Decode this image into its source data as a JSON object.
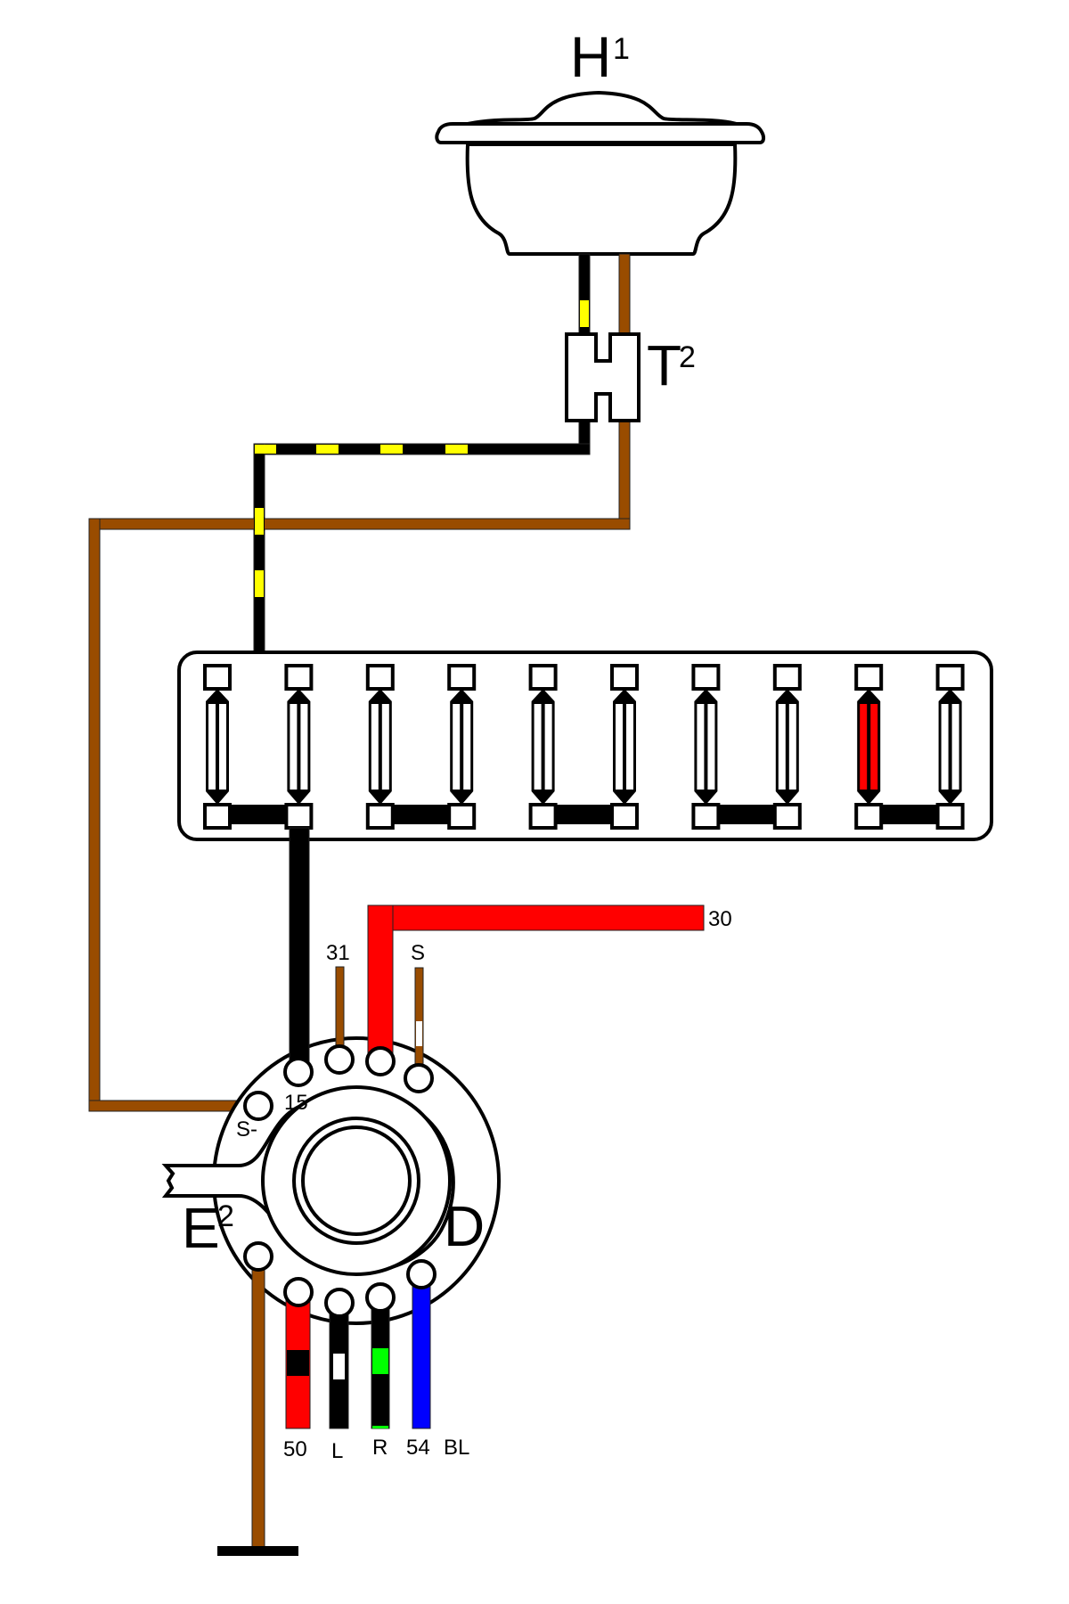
{
  "title": "Horn circuit wiring diagram",
  "colors": {
    "black": "#000000",
    "yellow": "#ffff00",
    "brown": "#994c00",
    "red": "#ff0000",
    "blue": "#0000ff",
    "green": "#00ff00",
    "white": "#ffffff"
  },
  "components": {
    "horn": {
      "letter": "H",
      "index": "1",
      "name": "Horn"
    },
    "connector": {
      "letter": "T",
      "index": "2",
      "name": "Connector"
    },
    "fuse_box": {
      "name": "Fuse box",
      "fuse_count": 10,
      "highlighted_fuse": 9
    },
    "ignition_switch": {
      "letter": "D",
      "name": "Ignition/starter switch"
    },
    "horn_button": {
      "letter": "E",
      "index": "2",
      "name": "Horn ring"
    }
  },
  "terminals": {
    "t15": "15",
    "t31": "31",
    "t30": "30",
    "tS": "S",
    "tSminus": "S-",
    "t50": "50",
    "tL": "L",
    "tR": "R",
    "t54": "54",
    "tBL": "BL"
  },
  "wires": [
    {
      "id": "horn-feed",
      "colors": [
        "black",
        "yellow"
      ],
      "from": "fuse 2",
      "to": "horn"
    },
    {
      "id": "horn-ground",
      "colors": [
        "brown"
      ],
      "from": "horn",
      "to": "S-"
    },
    {
      "id": "fuse-15",
      "colors": [
        "black"
      ],
      "from": "fuse 2",
      "to": "15"
    },
    {
      "id": "battery-30",
      "colors": [
        "red"
      ],
      "from": "30",
      "to": "switch"
    },
    {
      "id": "ground-31",
      "colors": [
        "brown"
      ],
      "from": "31",
      "to": "switch"
    },
    {
      "id": "s-wire",
      "colors": [
        "brown",
        "white"
      ],
      "from": "S",
      "to": "switch"
    },
    {
      "id": "starter-50",
      "colors": [
        "red",
        "black"
      ],
      "from": "switch",
      "to": "50"
    },
    {
      "id": "left-L",
      "colors": [
        "black",
        "white"
      ],
      "from": "switch",
      "to": "L"
    },
    {
      "id": "right-R",
      "colors": [
        "black",
        "green"
      ],
      "from": "switch",
      "to": "R"
    },
    {
      "id": "aux-54",
      "colors": [
        "blue"
      ],
      "from": "switch",
      "to": "54"
    },
    {
      "id": "earth",
      "colors": [
        "brown"
      ],
      "from": "E2",
      "to": "ground"
    }
  ]
}
